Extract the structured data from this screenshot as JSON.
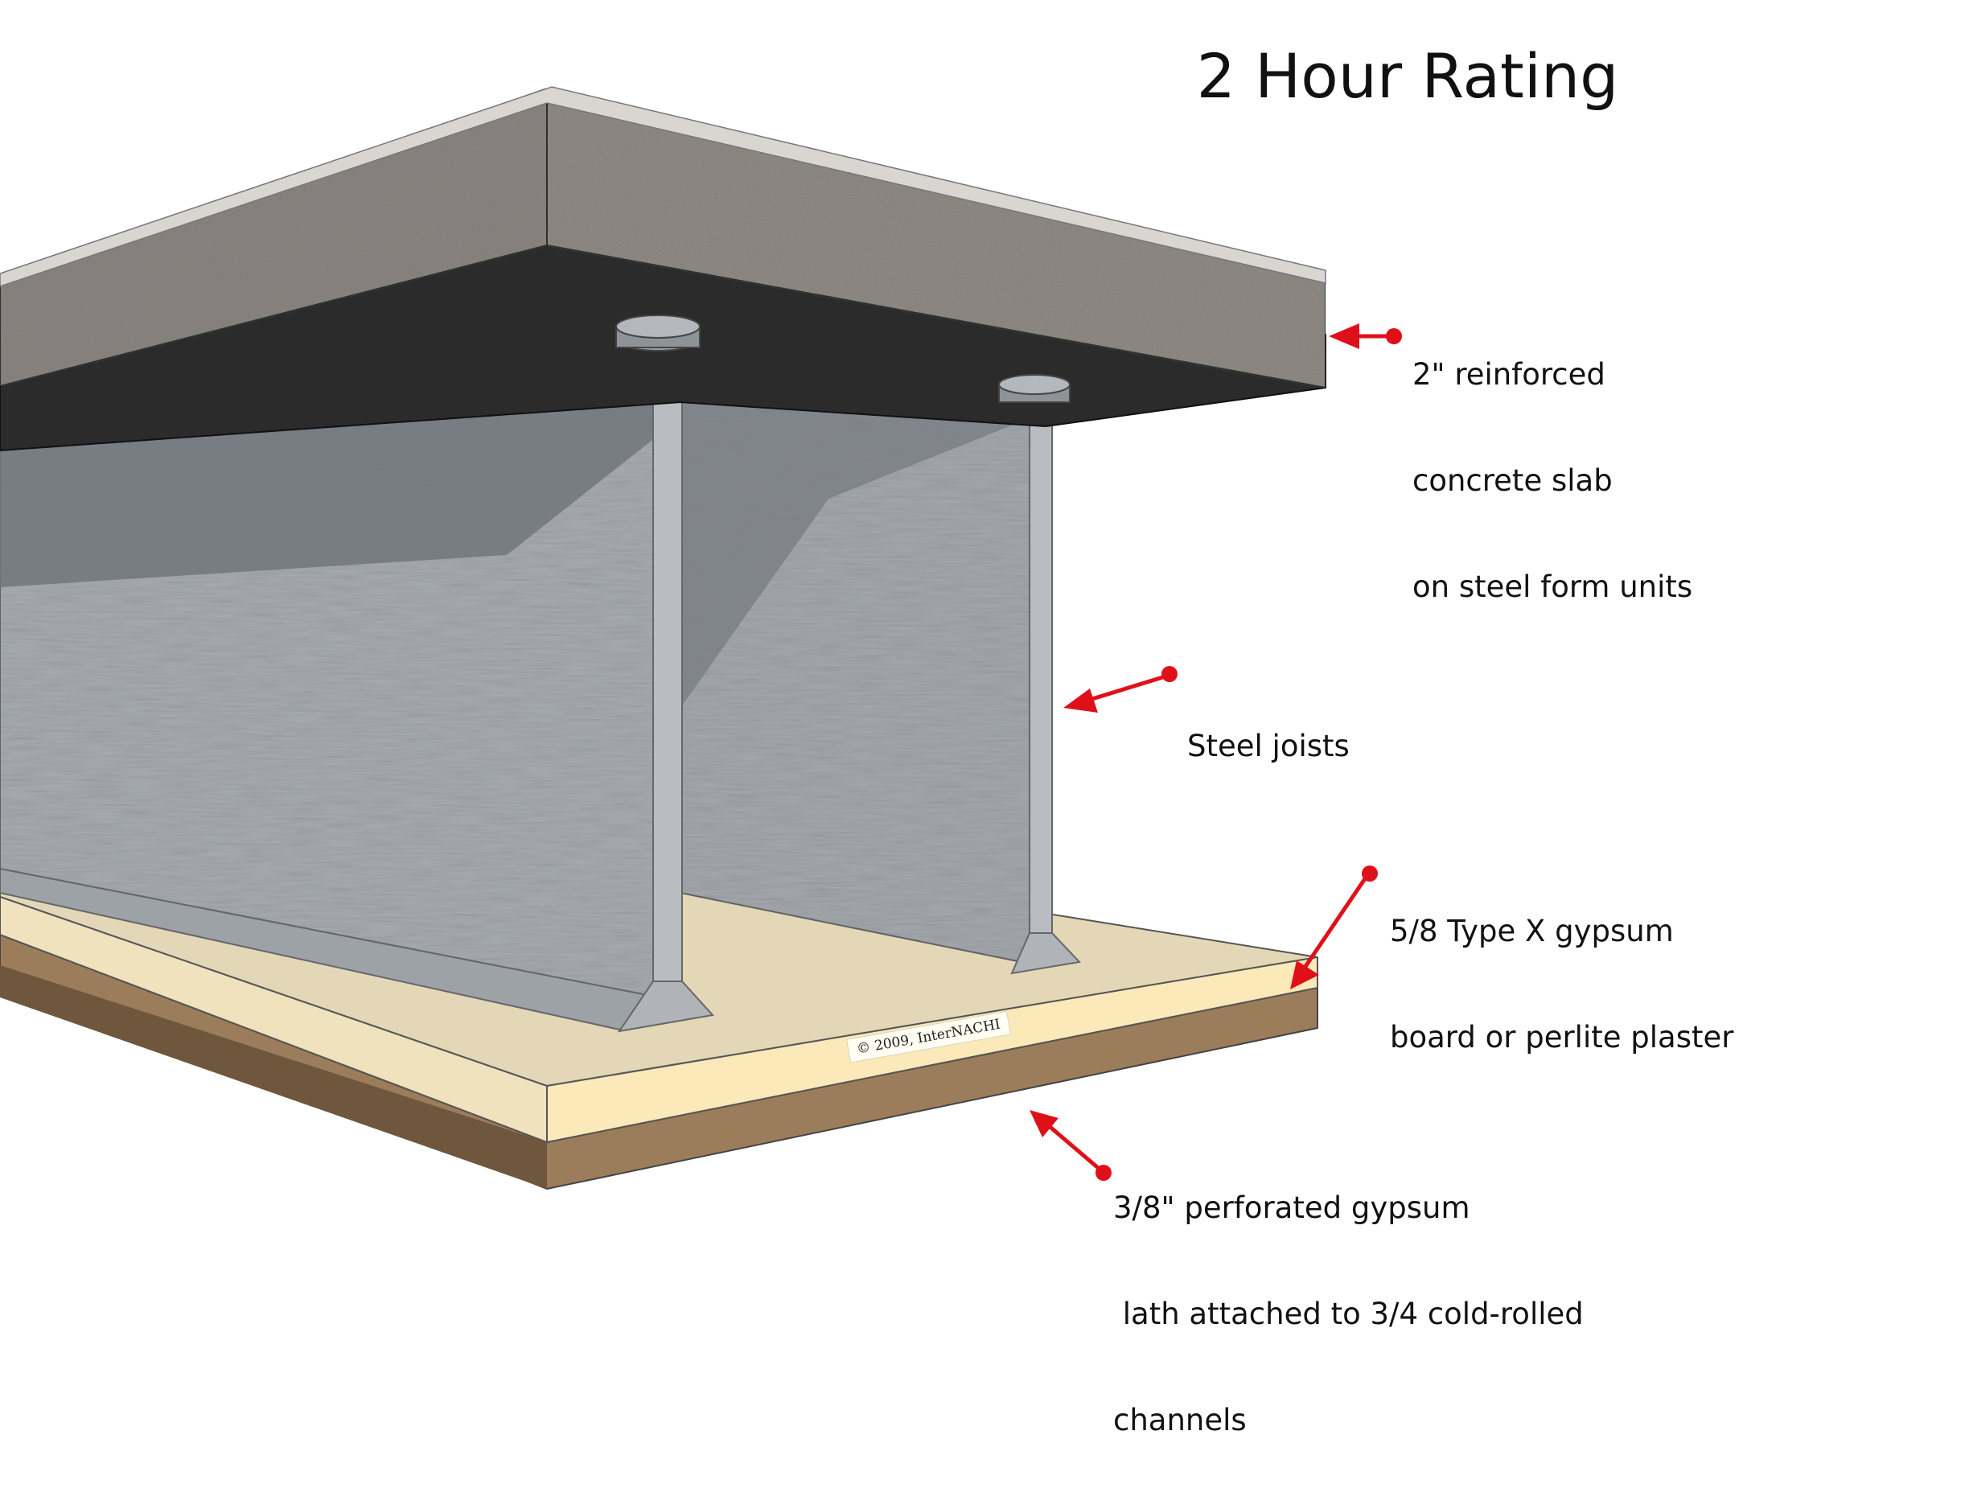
{
  "title": "2 Hour Rating",
  "labels": {
    "slab": [
      "2\" reinforced",
      "concrete slab",
      "on steel form units"
    ],
    "joists": [
      "Steel joists"
    ],
    "board": [
      "5/8 Type X gypsum",
      "board or perlite plaster"
    ],
    "lath": [
      "3/8\" perforated gypsum",
      " lath attached to 3/4 cold-rolled",
      "channels"
    ]
  },
  "copyright": "© 2009, InterNACHI",
  "colors": {
    "concrete": "#8e8985",
    "concrete_edge": "#d9d6d2",
    "steel_deck": "#2b2b2b",
    "joist": "#a6abb0",
    "joist_shadow": "#7b8086",
    "board_top": "#e3d7b7",
    "board_front": "#fbe9b9",
    "lath": "#9c7d5b",
    "arrow": "#e0101a"
  }
}
